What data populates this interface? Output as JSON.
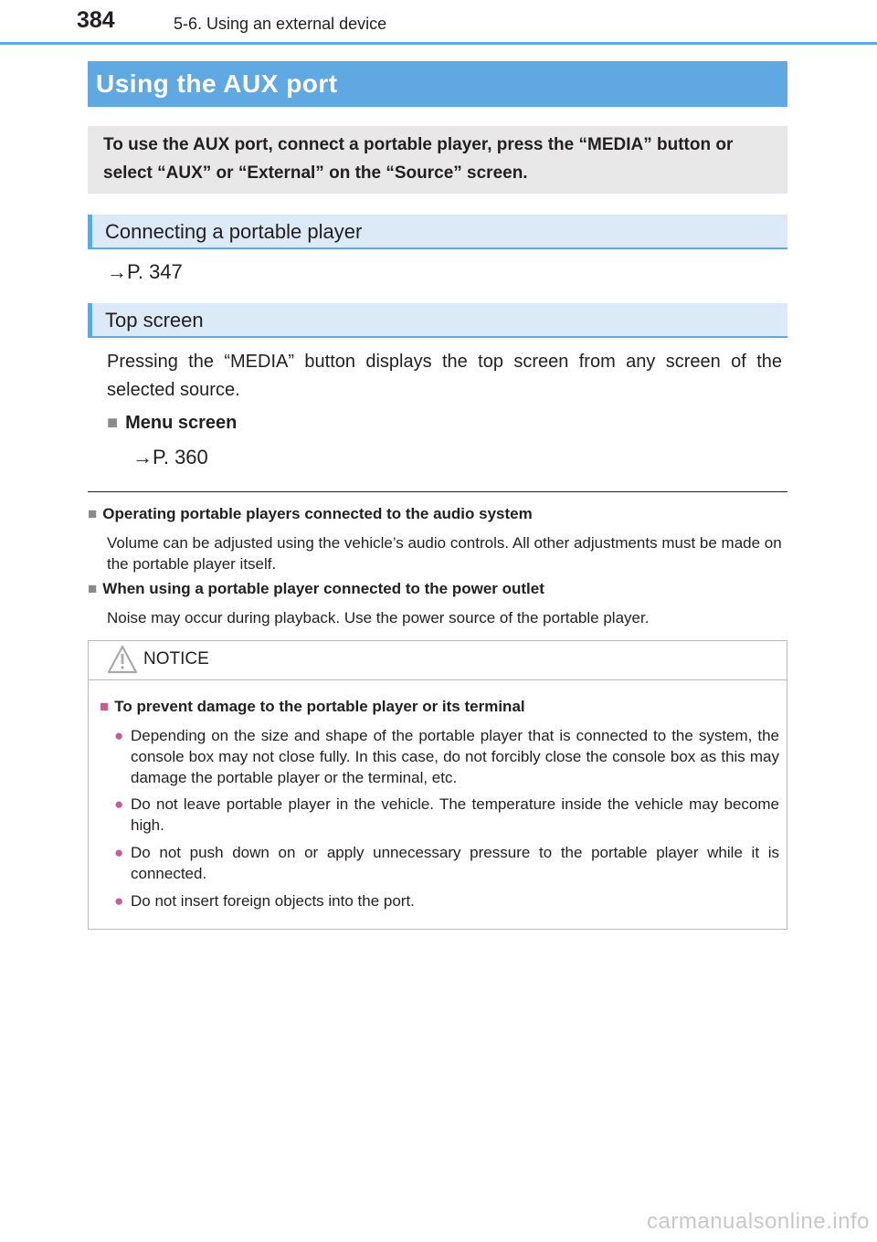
{
  "header": {
    "page_number": "384",
    "section": "5-6. Using an external device"
  },
  "title": "Using the AUX port",
  "intro": "To use the AUX port, connect a portable player, press the “MEDIA” button or select “AUX” or “External” on the “Source” screen.",
  "sections": [
    {
      "heading": "Connecting a portable player",
      "ref": "→P. 347"
    },
    {
      "heading": "Top screen",
      "paragraph": "Pressing the “MEDIA” button displays the top screen from any screen of the selected source.",
      "menu": {
        "marker": "■",
        "label": "Menu screen",
        "ref": "→P. 360"
      }
    }
  ],
  "notes": [
    {
      "marker": "■",
      "heading": "Operating portable players connected to the audio system",
      "body": "Volume can be adjusted using the vehicle’s audio controls. All other adjustments must be made on the portable player itself."
    },
    {
      "marker": "■",
      "heading": "When using a portable player connected to the power outlet",
      "body": "Noise may occur during playback. Use the power source of the portable player."
    }
  ],
  "notice": {
    "icon": "warning-triangle-icon",
    "label": "NOTICE",
    "sub_marker": "■",
    "subheading": "To prevent damage to the portable player or its terminal",
    "bullet_marker": "●",
    "bullets": [
      "Depending on the size and shape of the portable player that is connected to the system, the console box may not close fully. In this case, do not forcibly close the console box as this may damage the portable player or the terminal, etc.",
      "Do not leave portable player in the vehicle. The temperature inside the vehicle may become high.",
      "Do not push down on or apply unnecessary pressure to the portable player while it is connected.",
      "Do not insert foreign objects into the port."
    ]
  },
  "watermark": "carmanualsonline.info",
  "colors": {
    "accent": "#5fa8e2",
    "notice_marker": "#c85d96",
    "intro_bg": "#e8e8e8",
    "subhead_bg": "#dce9f6"
  }
}
